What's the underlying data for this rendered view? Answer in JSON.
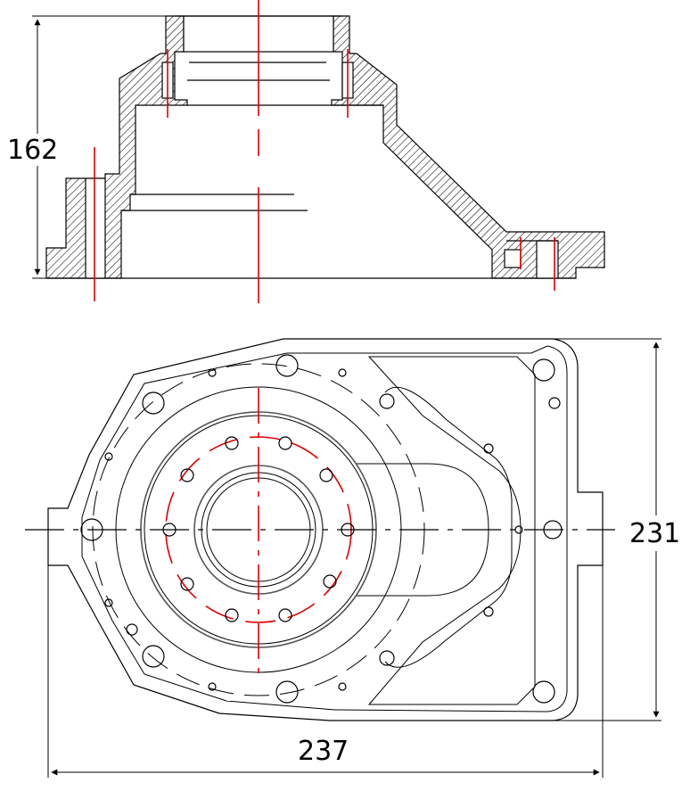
{
  "dimensions": {
    "height_side_view": "162",
    "height_top_view": "231",
    "width_top_view": "237"
  }
}
